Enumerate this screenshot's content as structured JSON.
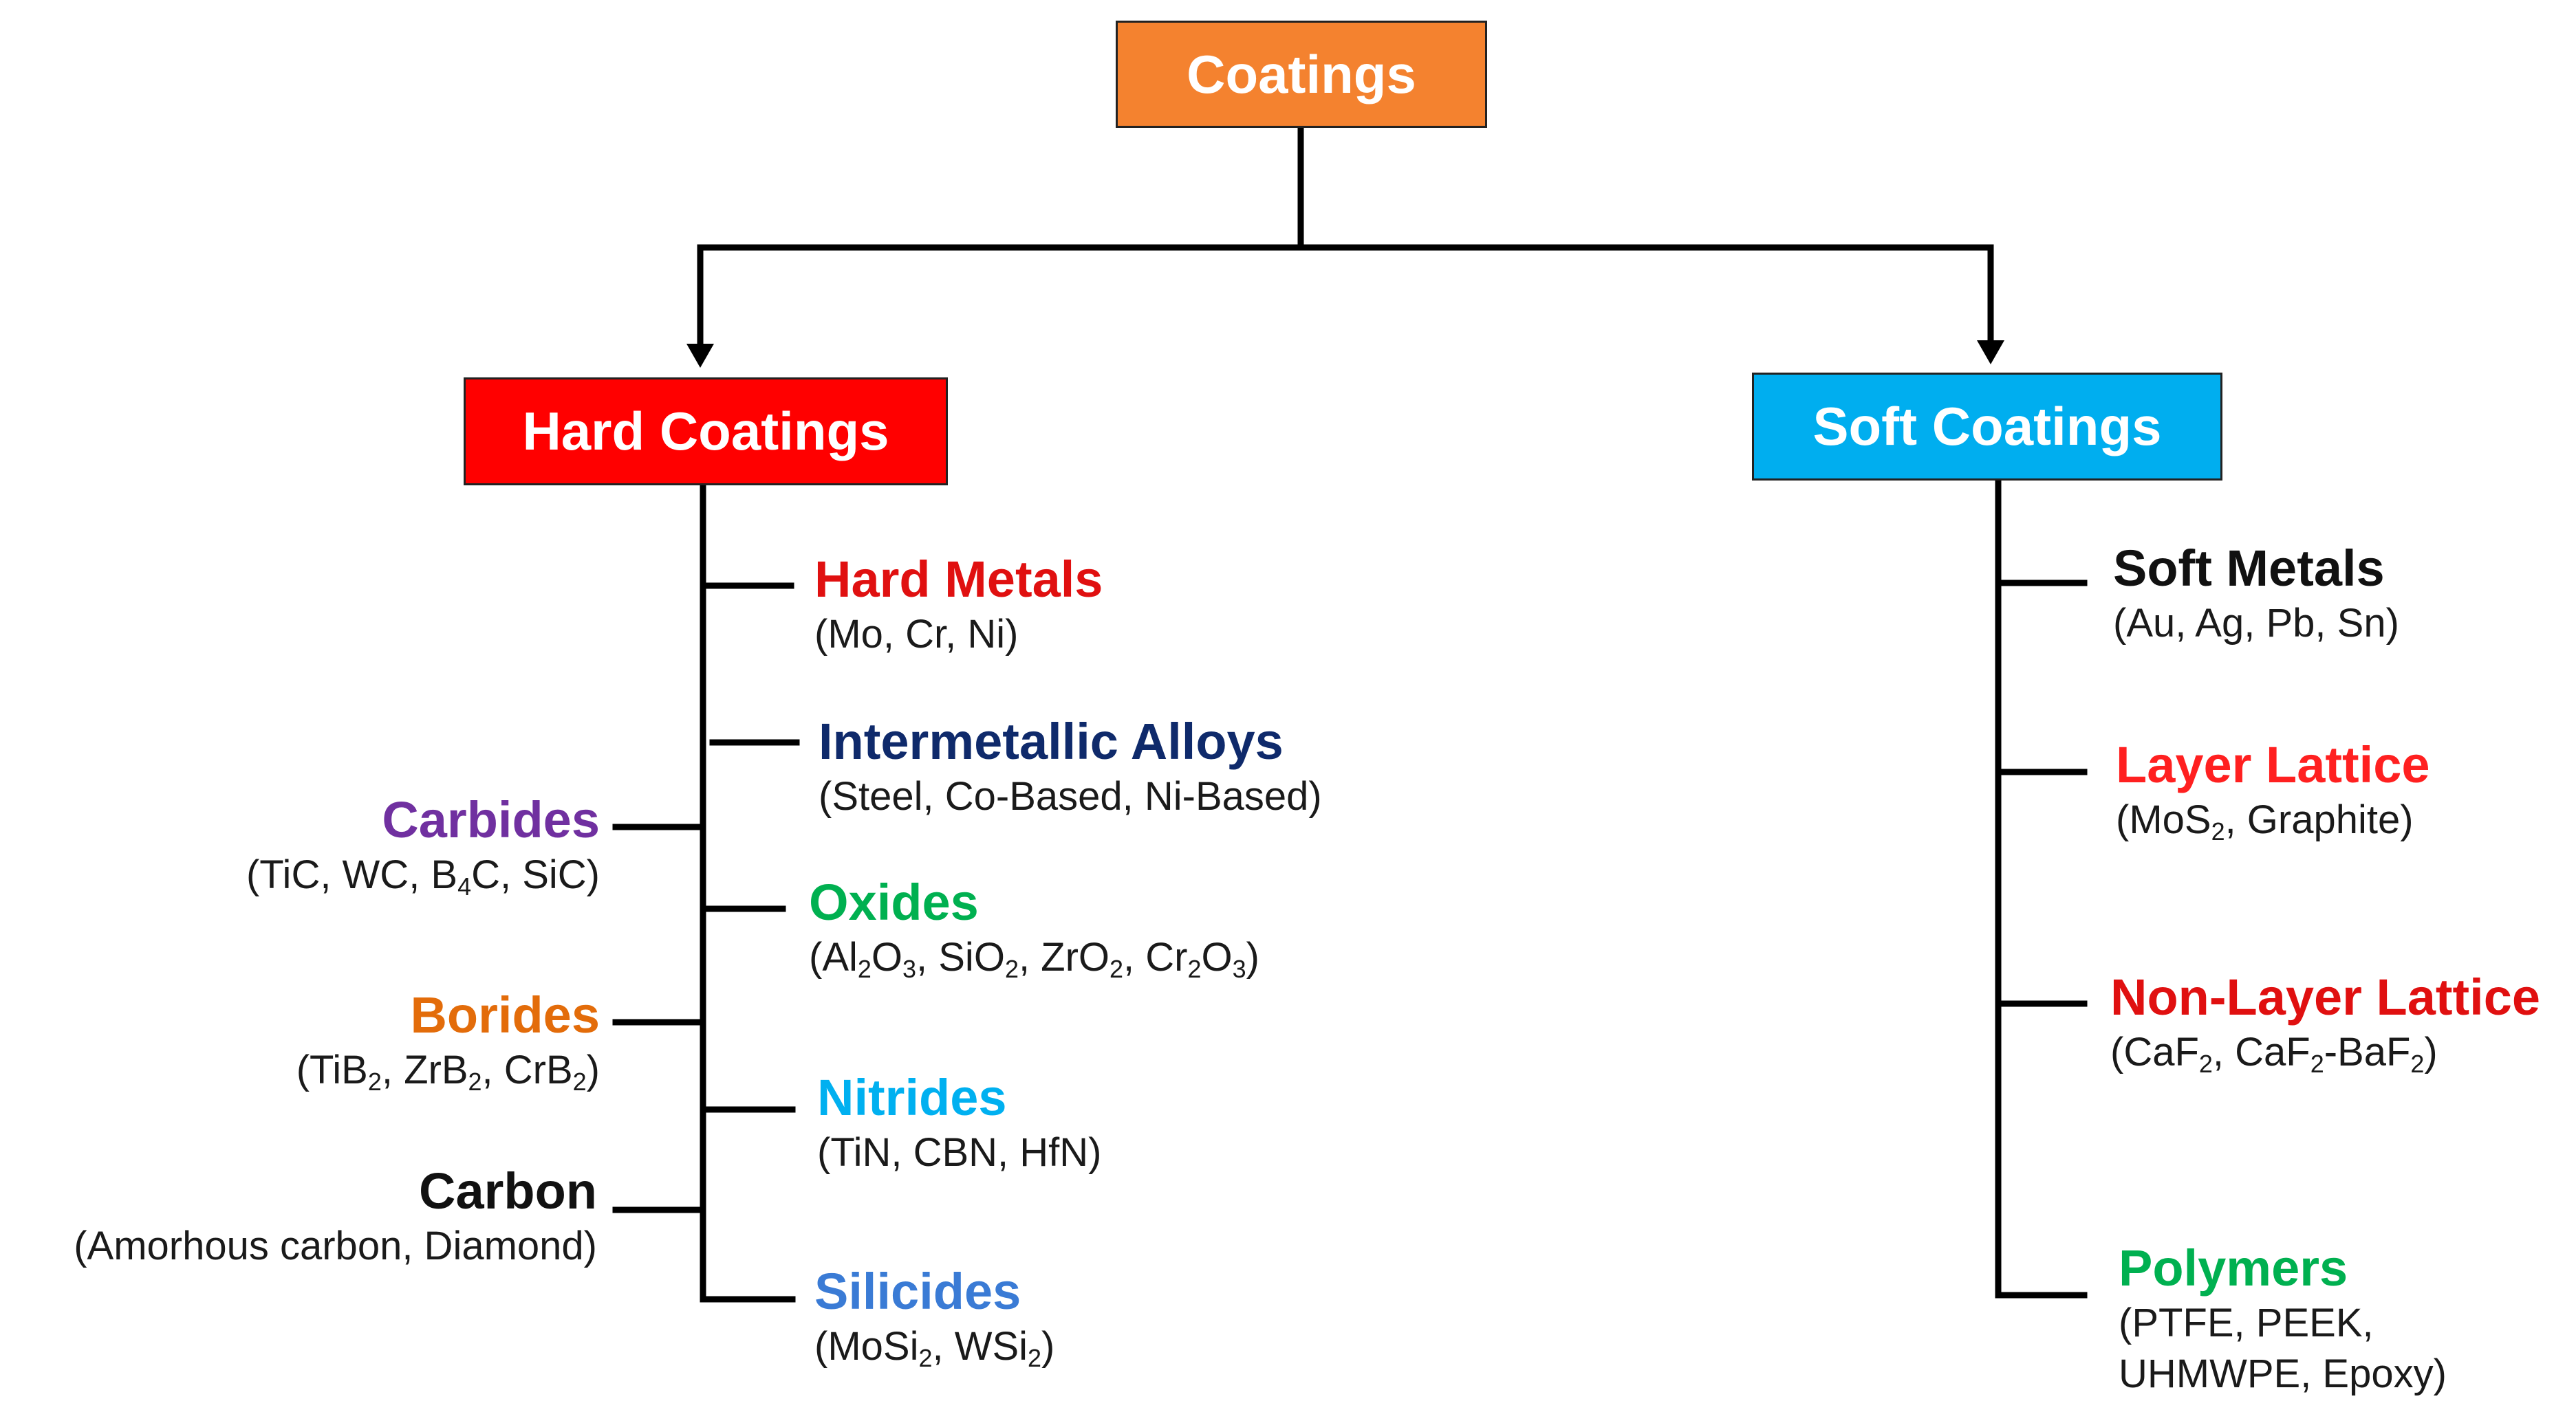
{
  "colors": {
    "root": "#F4822F",
    "hard": "#FF0000",
    "soft": "#00AEEF",
    "hard_metals": "#E01010",
    "intermetallic": "#0F2A6B",
    "oxides": "#00B050",
    "nitrides": "#00B0F0",
    "silicides": "#3A7BD5",
    "carbides": "#7030A0",
    "borides": "#E36C0A",
    "carbon": "#111111",
    "soft_metals": "#111111",
    "layer_lattice": "#FF2020",
    "non_layer_lattice": "#E01010",
    "polymers": "#00B050",
    "lines": "#000000"
  },
  "root": {
    "label": "Coatings"
  },
  "hard": {
    "label": "Hard Coatings",
    "right": [
      {
        "title": "Hard Metals",
        "sub": "(Mo, Cr, Ni)"
      },
      {
        "title": "Intermetallic Alloys",
        "sub": "(Steel, Co-Based, Ni-Based)"
      },
      {
        "title": "Oxides",
        "sub": "(Al₂O₃, SiO₂, ZrO₂, Cr₂O₃)"
      },
      {
        "title": "Nitrides",
        "sub": "(TiN, CBN, HfN)"
      },
      {
        "title": "Silicides",
        "sub": "(MoSi₂, WSi₂)"
      }
    ],
    "left": [
      {
        "title": "Carbides",
        "sub": "(TiC, WC, B₄C, SiC)"
      },
      {
        "title": "Borides",
        "sub": "(TiB₂, ZrB₂, CrB₂)"
      },
      {
        "title": "Carbon",
        "sub": "(Amorhous carbon, Diamond)"
      }
    ]
  },
  "soft": {
    "label": "Soft Coatings",
    "items": [
      {
        "title": "Soft Metals",
        "sub": "(Au, Ag, Pb, Sn)"
      },
      {
        "title": "Layer Lattice",
        "sub": "(MoS₂, Graphite)"
      },
      {
        "title": "Non-Layer Lattice",
        "sub": "(CaF₂, CaF₂-BaF₂)"
      },
      {
        "title": "Polymers",
        "sub": "(PTFE, PEEK,",
        "sub2": "UHMWPE, Epoxy)"
      }
    ]
  }
}
